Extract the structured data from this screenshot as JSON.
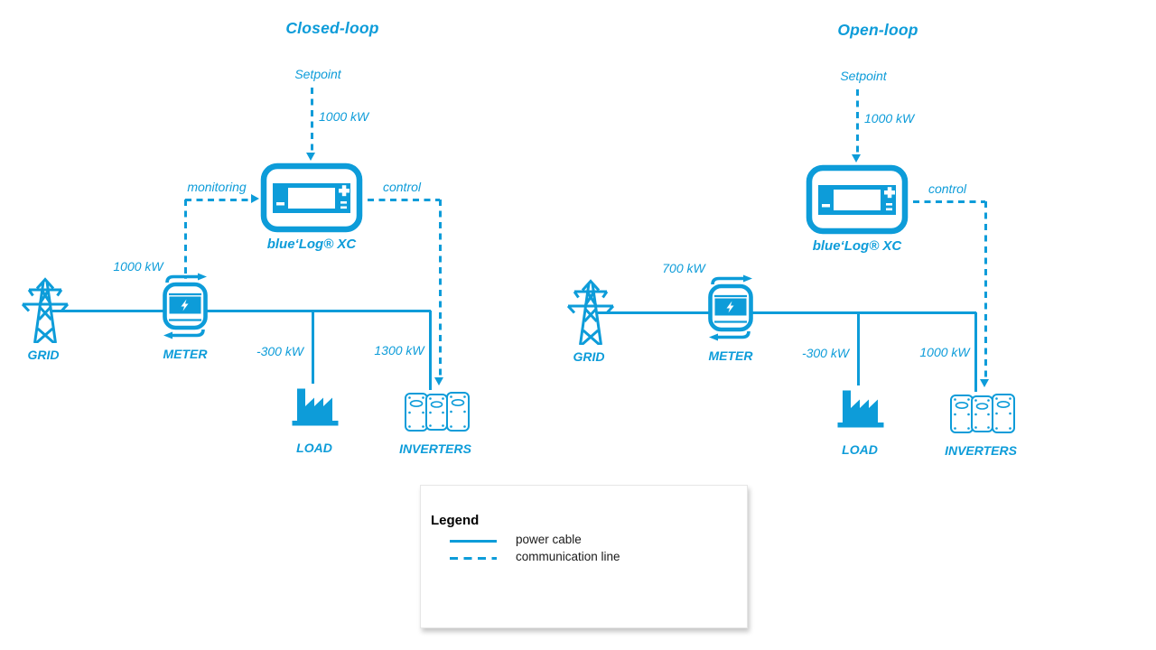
{
  "colors": {
    "accent_blue": "#0d9cd9",
    "legend_text": "#000000",
    "background": "#ffffff"
  },
  "diagrams": [
    {
      "title": "Closed-loop",
      "setpoint_label": "Setpoint",
      "setpoint_value": "1000 kW",
      "controller_label": "blue‘Log® XC",
      "monitoring_label": "monitoring",
      "control_label": "control",
      "grid_label": "GRID",
      "meter_label": "METER",
      "meter_value": "1000 kW",
      "load_label": "LOAD",
      "load_value": "-300 kW",
      "inverters_label": "INVERTERS",
      "inverters_value": "1300 kW"
    },
    {
      "title": "Open-loop",
      "setpoint_label": "Setpoint",
      "setpoint_value": "1000 kW",
      "controller_label": "blue‘Log® XC",
      "control_label": "control",
      "grid_label": "GRID",
      "meter_label": "METER",
      "meter_value": "700 kW",
      "load_label": "LOAD",
      "load_value": "-300 kW",
      "inverters_label": "INVERTERS",
      "inverters_value": "1000 kW"
    }
  ],
  "legend": {
    "title": "Legend",
    "items": [
      {
        "label": "power cable",
        "style": "solid"
      },
      {
        "label": "communication line",
        "style": "dashed"
      }
    ]
  }
}
